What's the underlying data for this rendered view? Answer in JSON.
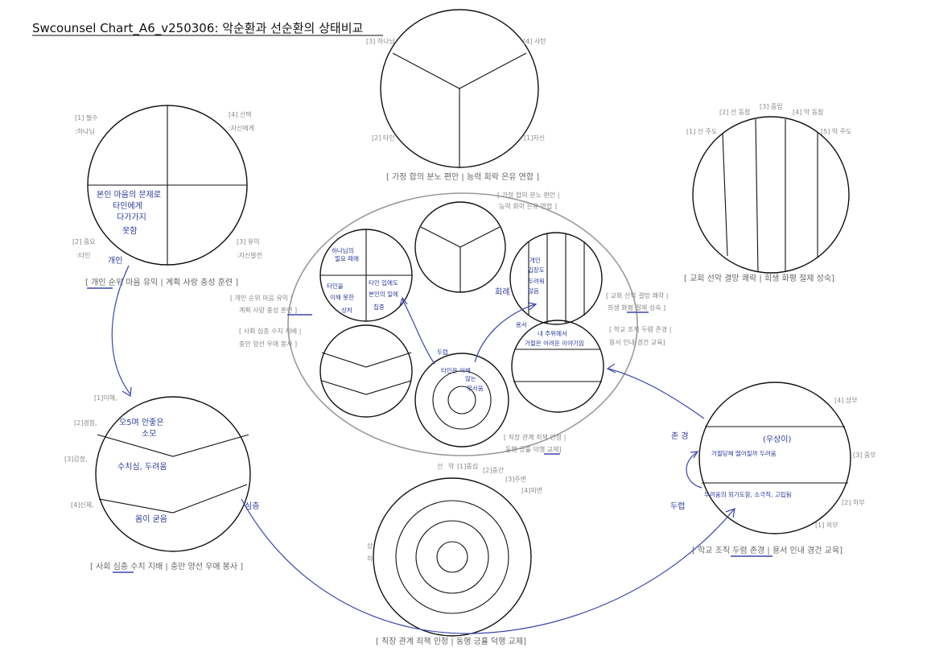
{
  "title": "Swcounsel Chart_A6_v250306: 악순환과 선순환의 상태비교",
  "top_circle": {
    "labels": [
      "[3] 하나님",
      "[4] 사탄",
      "[2] 타인",
      "[1]자신"
    ],
    "caption": "[ 가정 합의 분노 편안 | 능력 회락 은유 연합 ]"
  },
  "left_circle": {
    "labels": [
      "[1] 필수",
      ":하나님",
      "[4] 선택",
      ":자신에게",
      "[2] 중요",
      ":타인",
      "[3] 유익",
      ":자신발전"
    ],
    "handwriting": [
      "본인 마음의 문제로",
      "타인에게",
      "다가가지",
      "못함"
    ],
    "side_note": "개인",
    "caption": "[ 개인 순위 마음 유익 | 계획 사랑 충성 훈련 ]"
  },
  "right_circle": {
    "labels": [
      "[2] 선 동참",
      "[3] 중립",
      "[4] 악 동참",
      "[1] 선 주도",
      "[5] 악 주도"
    ],
    "caption": "[ 교회 선악 결망 쾌락 | 희생 화평 절제 성숙]"
  },
  "center": {
    "label_tr": [
      "[ 가정 합의 분노 편안 |",
      "능력 회락 은유 연합 ]"
    ],
    "label_l1": [
      "[ 개인 순위 마음 유익 |",
      "계획 사랑 충성 훈련 ]"
    ],
    "label_l2": [
      "[ 사회 심층 수치 지배 |",
      "충만 양선 우애 봉사 ]"
    ],
    "label_r1": [
      "[ 교회 선악 결망 쾌락 |",
      "희생 화평 절제 성숙 ]"
    ],
    "label_r2": [
      "[ 학교 조직 두렴 존경 |",
      "용서 인내 경건 교육]"
    ],
    "label_b": [
      "[ 직장 관계 죄책 인정 |",
      "동행 긍휼 덕행 교제]"
    ],
    "q1_hand": [
      "하나님의",
      "필요 때에"
    ],
    "q3_hand": [
      "타인을",
      "이해 못한",
      "상처"
    ],
    "q4_hand": [
      "타인 입에도",
      "본인의 일에",
      "집중"
    ],
    "small_r_hand": [
      "개인",
      "입장도",
      "두려워",
      "않음"
    ],
    "lower_r_hand": [
      "내 주위에서",
      "거절은 어려운 이야기임"
    ],
    "bull_hand": [
      "타인은 이해",
      "않는",
      "무서움"
    ],
    "note_hwe": "회례",
    "note_yong": "용서",
    "note_dw": "두렵"
  },
  "left_lower_circle": {
    "labels": [
      "[1]이해,",
      "[2]경험,",
      "[3]감정,",
      "[4]신체,"
    ],
    "handwriting": [
      "오5며 안좋은",
      "소모",
      "수치심, 두려움",
      "몸이 굳음"
    ],
    "note": "심층",
    "caption": "[ 사회 심층 수치 지배 | 충만 양선 우애 봉사 ]"
  },
  "right_lower_circle": {
    "labels": [
      "[4] 상부",
      "[3] 중부",
      "[2] 하부",
      "[1] 외부"
    ],
    "handwriting": [
      "(우상이)",
      "거절당해 떨어질까 두려움",
      "두려움의 외기도함, 소극적, 고립됨"
    ],
    "notes": [
      "존 경",
      "두렵"
    ],
    "caption": "[ 학교 조직 두렴 존경 | 용서 인내 경건 교육]"
  },
  "bottom_circle": {
    "labels": [
      "선",
      "악",
      "[1]중심",
      "[2]중간",
      "[3]주변",
      "[4]외변",
      "상",
      "하"
    ],
    "caption": "[ 직장 관계 죄책 인정 | 동행 긍휼 덕행 교제]"
  }
}
